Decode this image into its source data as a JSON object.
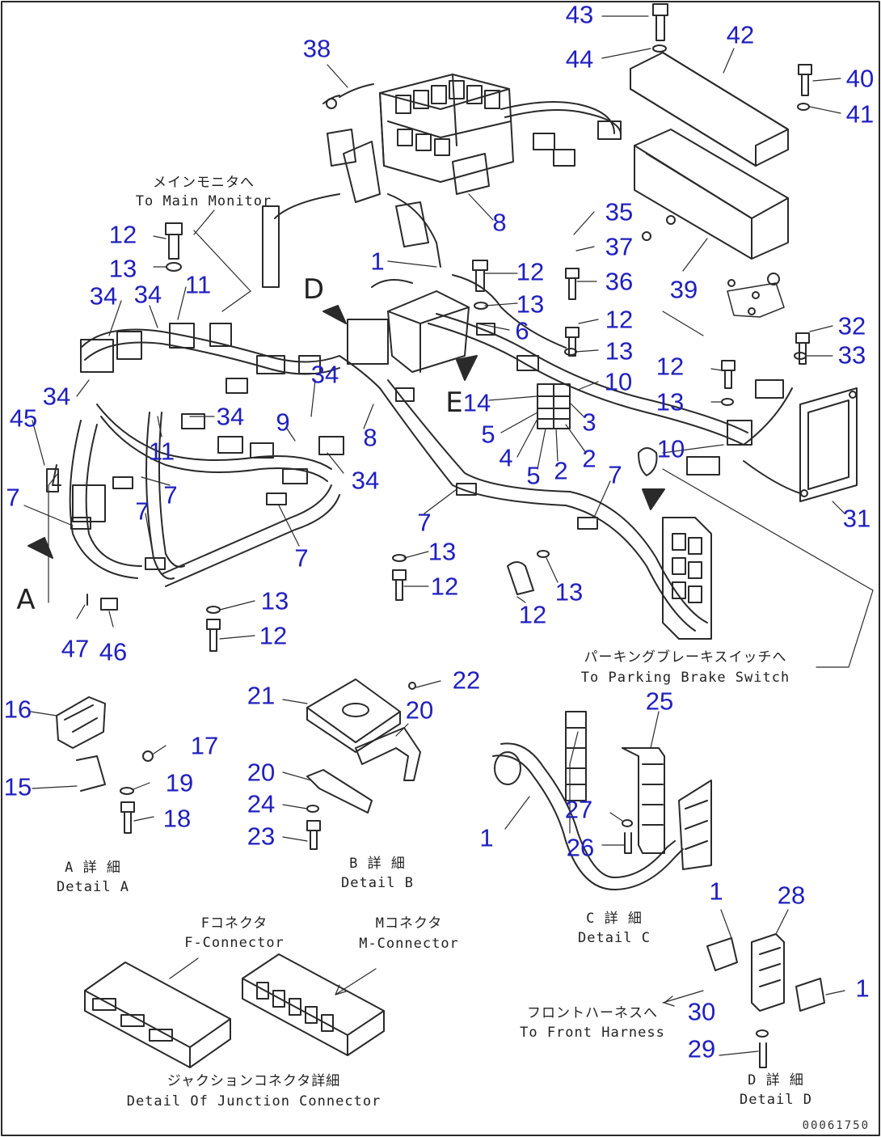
{
  "colors": {
    "callout": "#1f1fbf",
    "line": "#2a2a2a",
    "background": "#ffffff"
  },
  "part_numbers": [
    "43",
    "44",
    "42",
    "40",
    "41",
    "38",
    "8",
    "35",
    "37",
    "36",
    "1",
    "12",
    "13",
    "12",
    "13",
    "6",
    "12",
    "13",
    "39",
    "12",
    "13",
    "32",
    "33",
    "34",
    "34",
    "11",
    "34",
    "34",
    "11",
    "9",
    "34",
    "8",
    "34",
    "14",
    "5",
    "4",
    "5",
    "2",
    "2",
    "3",
    "10",
    "12",
    "13",
    "10",
    "45",
    "7",
    "7",
    "7",
    "7",
    "7",
    "7",
    "7",
    "31",
    "13",
    "12",
    "13",
    "12",
    "13",
    "12",
    "47",
    "46",
    "21",
    "22",
    "20",
    "16",
    "17",
    "20",
    "15",
    "19",
    "24",
    "18",
    "23",
    "25",
    "27",
    "1",
    "26",
    "1",
    "28",
    "1",
    "30",
    "29"
  ],
  "captions": {
    "main_monitor_jp": "メインモニタへ",
    "main_monitor_en": "To Main Monitor",
    "parking_brake_jp": "パーキングブレーキスイッチへ",
    "parking_brake_en": "To Parking Brake Switch",
    "detail_a_jp": "A 詳 細",
    "detail_a_en": "Detail A",
    "detail_b_jp": "B 詳 細",
    "detail_b_en": "Detail B",
    "detail_c_jp": "C 詳 細",
    "detail_c_en": "Detail C",
    "detail_d_jp": "D 詳 細",
    "detail_d_en": "Detail D",
    "f_connector_jp": "Fコネクタ",
    "f_connector_en": "F-Connector",
    "m_connector_jp": "Mコネクタ",
    "m_connector_en": "M-Connector",
    "junction_jp": "ジャクションコネクタ詳細",
    "junction_en": "Detail Of Junction Connector",
    "front_harness_jp": "フロントハーネスへ",
    "front_harness_en": "To Front Harness"
  },
  "view_letters": [
    "D",
    "E",
    "A"
  ],
  "drawing_number": "00061750"
}
